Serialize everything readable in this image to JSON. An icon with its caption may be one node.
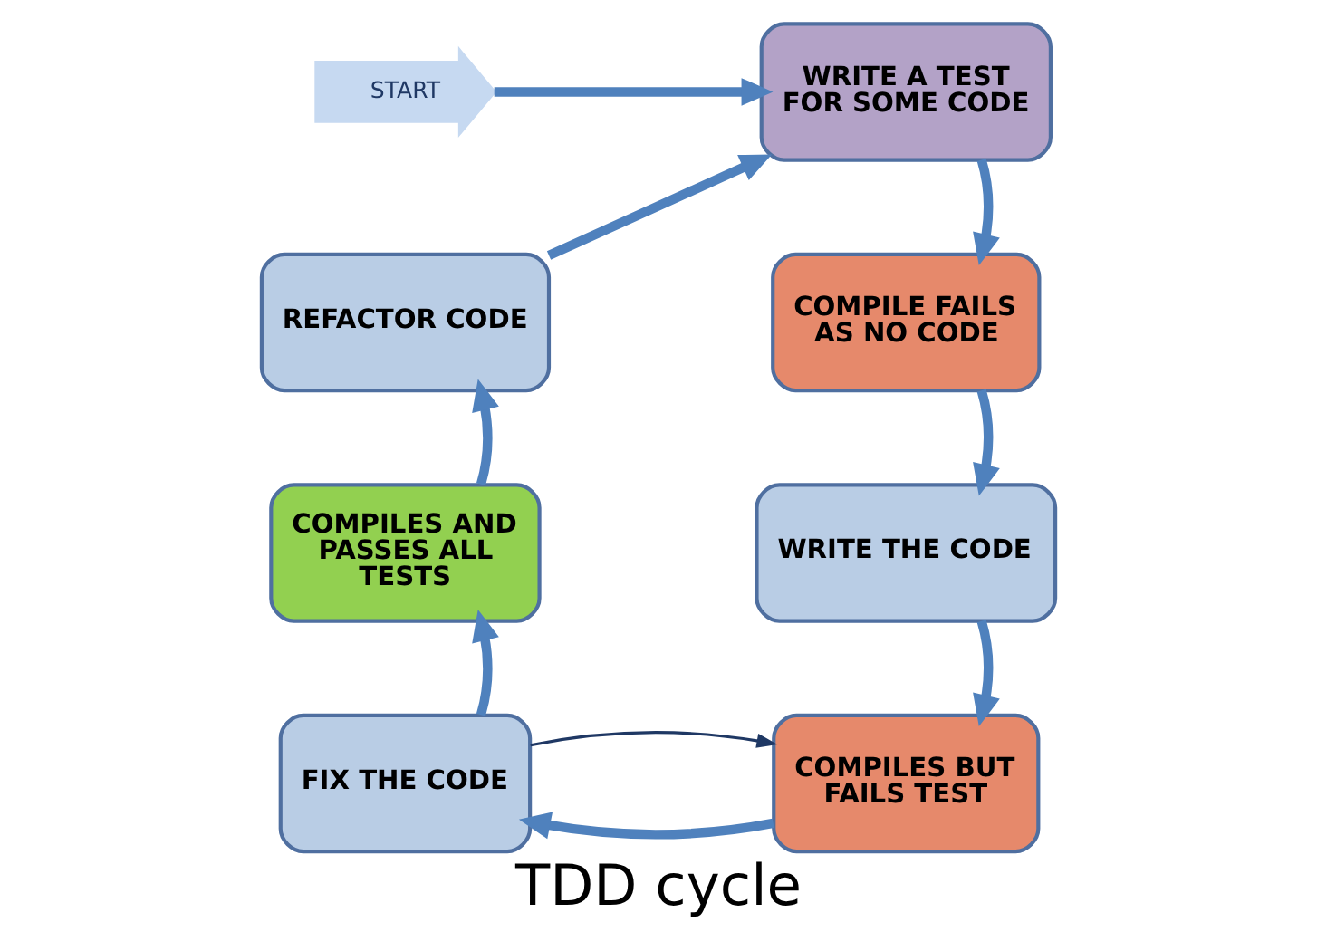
{
  "diagram": {
    "title": "TDD cycle",
    "nodes": [
      {
        "text": [
          "START"
        ]
      },
      {
        "text": [
          "WRITE A TEST FOR SOME CODE"
        ]
      },
      {
        "text": [
          "COMPILE FAILS AS NO CODE"
        ]
      },
      {
        "text": [
          "WRITE THE CODE"
        ]
      },
      {
        "text": [
          "COMPILES BUT FAILS TEST"
        ]
      },
      {
        "text": [
          "FIX THE CODE"
        ]
      },
      {
        "text": [
          "COMPILES AND PASSES ALL TESTS"
        ]
      },
      {
        "text": [
          "REFACTOR CODE"
        ]
      }
    ],
    "edges": [
      {
        "from": 0,
        "to": 1,
        "arrow": "to"
      },
      {
        "from": 1,
        "to": 2,
        "arrow": "to"
      },
      {
        "from": 2,
        "to": 3,
        "arrow": "to"
      },
      {
        "from": 3,
        "to": 4,
        "arrow": "to"
      },
      {
        "from": 4,
        "to": 5,
        "arrow": "to"
      },
      {
        "from": 5,
        "to": 6,
        "arrow": "to"
      },
      {
        "from": 6,
        "to": 7,
        "arrow": "to"
      },
      {
        "from": 7,
        "to": 1,
        "arrow": "to"
      },
      {
        "from": 5,
        "to": 4,
        "arrow": "to",
        "color": "#1f3864"
      }
    ]
  }
}
